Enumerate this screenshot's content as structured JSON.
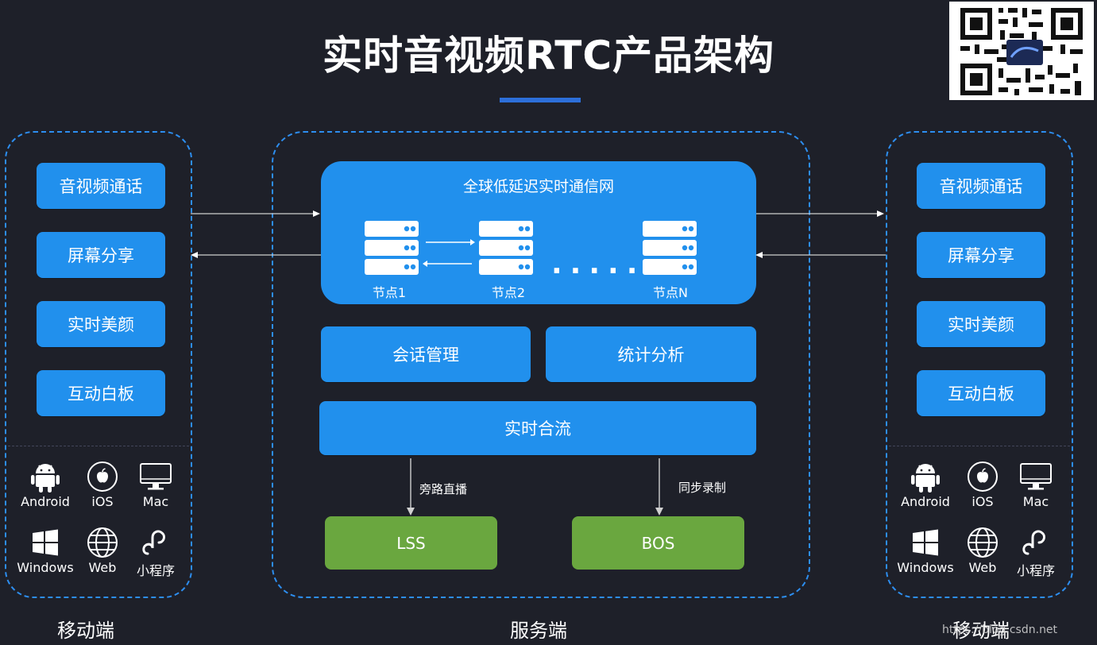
{
  "title": "实时音视频RTC产品架构",
  "mobile_features": [
    "音视频通话",
    "屏幕分享",
    "实时美颜",
    "互动白板"
  ],
  "platforms": [
    {
      "label": "Android",
      "icon": "android-icon"
    },
    {
      "label": "iOS",
      "icon": "apple-icon"
    },
    {
      "label": "Mac",
      "icon": "monitor-icon"
    },
    {
      "label": "Windows",
      "icon": "windows-icon"
    },
    {
      "label": "Web",
      "icon": "globe-icon"
    },
    {
      "label": "小程序",
      "icon": "mini-program-icon"
    }
  ],
  "network": {
    "title": "全球低延迟实时通信网",
    "nodes": [
      "节点1",
      "节点2",
      "节点N"
    ],
    "ellipsis": "....."
  },
  "server_modules": {
    "session": "会话管理",
    "stats": "统计分析",
    "mixing": "实时合流"
  },
  "outputs": {
    "bypass_label": "旁路直播",
    "record_label": "同步录制",
    "lss": "LSS",
    "bos": "BOS"
  },
  "captions": {
    "left": "移动端",
    "center": "服务端",
    "right": "移动端"
  },
  "watermark": "https://blog.csdn.net",
  "colors": {
    "background": "#1e2029",
    "accent_blue": "#2190ed",
    "dashed_border": "#2d8ef0",
    "green": "#6aa73f"
  }
}
